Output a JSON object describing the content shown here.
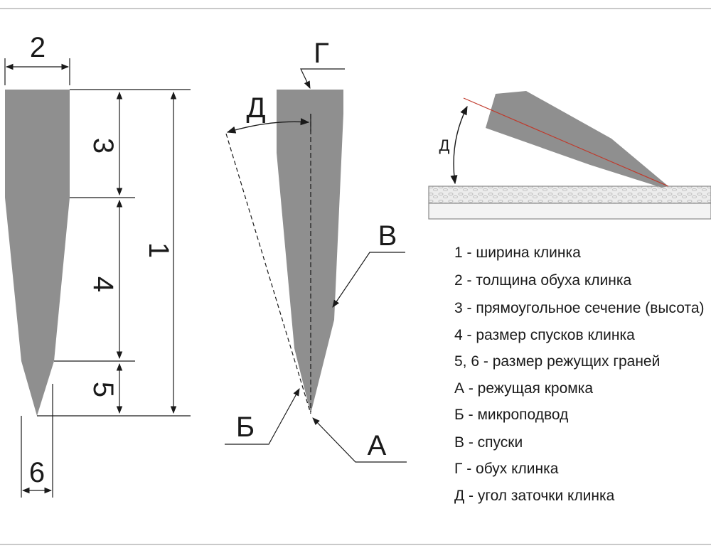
{
  "colors": {
    "blade": "#8f8f8f",
    "blade_dark": "#6f6f6f",
    "line": "#1a1a1a",
    "frame": "#c9c9c9",
    "axis_red": "#c0392b",
    "stone_top": "#e8e8e8",
    "stone_bottom": "#f3f3f3"
  },
  "profile": {
    "label_width": "1",
    "label_spine": "2",
    "label_rect": "3",
    "label_bevels": "4",
    "label_edge_a": "5",
    "label_edge_b": "6"
  },
  "section": {
    "label_spine": "Г",
    "label_angle": "Д",
    "label_bevel": "В",
    "label_micro": "Б",
    "label_edge": "А"
  },
  "stone": {
    "label_angle": "Д"
  },
  "legend": [
    "1 - ширина клинка",
    "2 - толщина обуха клинка",
    "3 - прямоугольное сечение (высота)",
    "4 - размер спусков клинка",
    "5, 6 - размер режущих граней",
    "А - режущая кромка",
    "Б - микроподвод",
    "В - спуски",
    "Г - обух клинка",
    "Д - угол заточки клинка"
  ]
}
